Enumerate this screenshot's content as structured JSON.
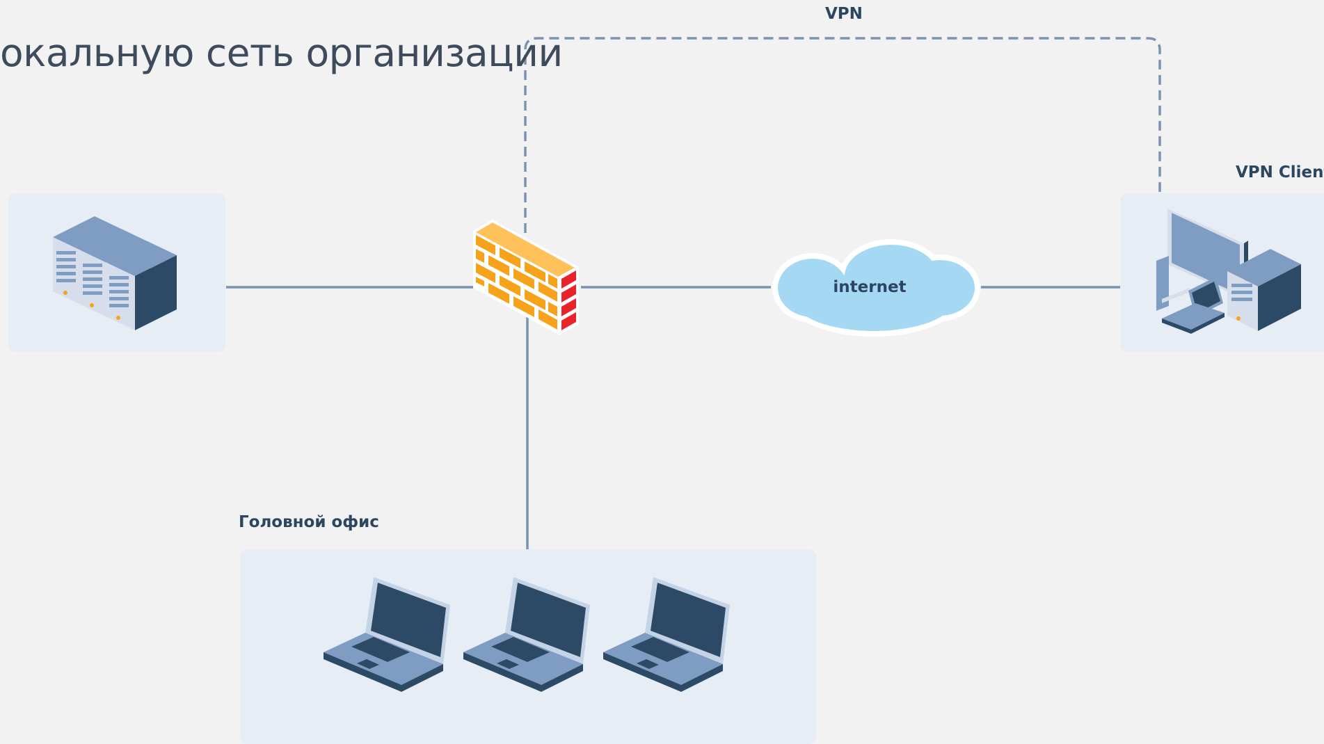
{
  "headline": "окальную сеть организации",
  "labels": {
    "vpn": "VPN",
    "vpn_client": "VPN Client",
    "head_office": "Головной офис",
    "internet": "internet"
  },
  "colors": {
    "background": "#f2f2f2",
    "panel": "#e7edf5",
    "link": "#7a93b3",
    "device_dark": "#2c4a66",
    "device_light": "#7f9cc2",
    "cloud": "#a5d8f3",
    "firewall_orange": "#f7a21b",
    "firewall_red": "#e8242a"
  },
  "nodes": [
    {
      "id": "server-cluster",
      "icon": "server-rack-icon",
      "count": 3
    },
    {
      "id": "firewall",
      "icon": "firewall-icon"
    },
    {
      "id": "internet",
      "icon": "cloud-icon"
    },
    {
      "id": "vpn-client",
      "icon": "workstation-icon"
    },
    {
      "id": "head-office",
      "icon": "laptop-icon",
      "count": 3
    }
  ],
  "links": [
    {
      "from": "server-cluster",
      "to": "firewall",
      "style": "solid"
    },
    {
      "from": "firewall",
      "to": "internet",
      "style": "solid"
    },
    {
      "from": "internet",
      "to": "vpn-client",
      "style": "solid"
    },
    {
      "from": "firewall",
      "to": "head-office",
      "style": "solid"
    },
    {
      "from": "firewall",
      "to": "vpn-client",
      "style": "dashed",
      "label": "VPN"
    }
  ]
}
